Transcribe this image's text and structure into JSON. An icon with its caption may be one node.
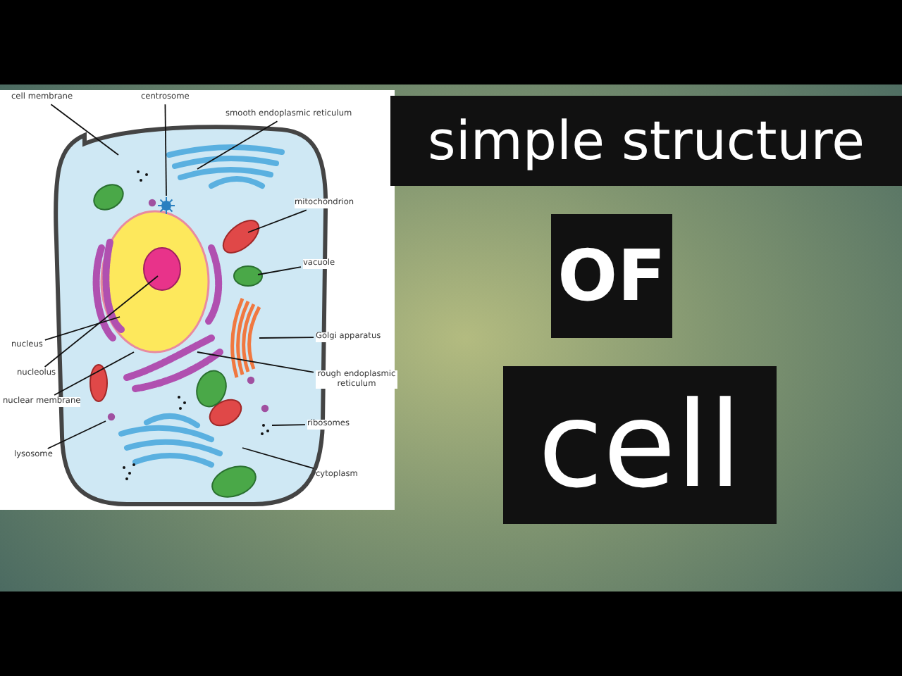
{
  "diagram": {
    "nodes": [
      {
        "text": [
          "simple structure"
        ]
      },
      {
        "text": [
          "OF"
        ]
      },
      {
        "text": [
          "cell"
        ]
      },
      {
        "text": [
          "cell membrane"
        ]
      },
      {
        "text": [
          "centrosome"
        ]
      },
      {
        "text": [
          "smooth endoplasmic reticulum"
        ]
      },
      {
        "text": [
          "mitochondrion"
        ]
      },
      {
        "text": [
          "vacuole"
        ]
      },
      {
        "text": [
          "Golgi apparatus"
        ]
      },
      {
        "text": [
          "rough endoplasmic reticulum"
        ]
      },
      {
        "text": [
          "ribosomes"
        ]
      },
      {
        "text": [
          "cytoplasm"
        ]
      },
      {
        "text": [
          "nucleus"
        ]
      },
      {
        "text": [
          "nucleolus"
        ]
      },
      {
        "text": [
          "nuclear membrane"
        ]
      },
      {
        "text": [
          "lysosome"
        ]
      }
    ],
    "edges": [
      {
        "from": 3,
        "to": null,
        "arrow": "none"
      },
      {
        "from": 4,
        "to": null,
        "arrow": "none"
      },
      {
        "from": 5,
        "to": null,
        "arrow": "none"
      },
      {
        "from": 6,
        "to": null,
        "arrow": "none"
      },
      {
        "from": 7,
        "to": null,
        "arrow": "none"
      },
      {
        "from": 8,
        "to": null,
        "arrow": "none"
      },
      {
        "from": 9,
        "to": null,
        "arrow": "none"
      },
      {
        "from": 10,
        "to": null,
        "arrow": "none"
      },
      {
        "from": 11,
        "to": null,
        "arrow": "none"
      },
      {
        "from": 12,
        "to": null,
        "arrow": "none"
      },
      {
        "from": 13,
        "to": null,
        "arrow": "none"
      },
      {
        "from": 14,
        "to": null,
        "arrow": "none"
      },
      {
        "from": 15,
        "to": null,
        "arrow": "none"
      }
    ]
  }
}
